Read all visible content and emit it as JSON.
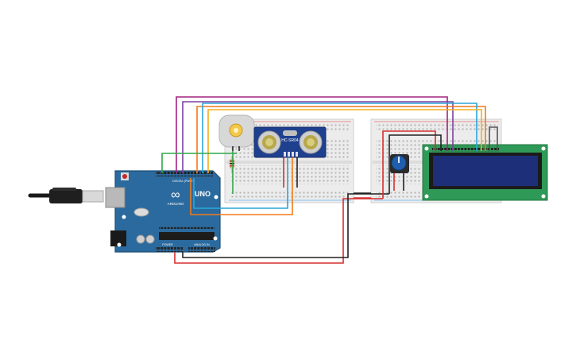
{
  "arduino": {
    "logo_text": "∞",
    "model_label": "UNO",
    "brand_label": "ARDUINO",
    "digital_label": "DIGITAL (PWM~)",
    "power_label": "POWER",
    "analog_label": "ANALOG IN",
    "board_color": "#2b6a9e"
  },
  "sensor": {
    "label": "HC-SR04",
    "board_color": "#1f3f8f"
  },
  "lcd": {
    "board_color": "#2f9a57",
    "screen_color": "#1e2f7a"
  },
  "wires": {
    "colors": [
      "#a3227f",
      "#7b3fa0",
      "#f2b01e",
      "#f07b1a",
      "#2aa7d8",
      "#2fa84a",
      "#d62f2f",
      "#222222"
    ]
  }
}
